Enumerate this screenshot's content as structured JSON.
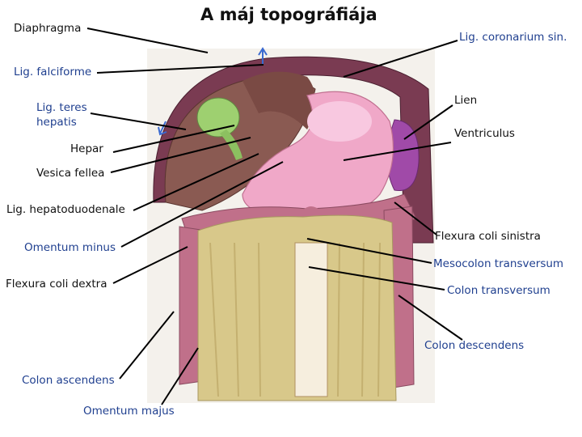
{
  "title": "A máj topográfiája",
  "labels": {
    "diaphragma": "Diaphragma",
    "lig_coronarium": "Lig. coronarium sin.",
    "lig_falciforme": "Lig. falciforme",
    "lig_teres": "Lig. teres\nhepatis",
    "lien": "Lien",
    "ventriculus": "Ventriculus",
    "hepar": "Hepar",
    "vesica_fellea": "Vesica fellea",
    "lig_hepatoduodenale": "Lig. hepatoduodenale",
    "flexura_coli_sinistra": "Flexura coli sinistra",
    "omentum_minus": "Omentum minus",
    "mesocolon_transversum": "Mesocolon transversum",
    "flexura_coli_dextra": "Flexura coli dextra",
    "colon_transversum": "Colon transversum",
    "colon_descendens": "Colon descendens",
    "colon_ascendens": "Colon ascendens",
    "omentum_majus": "Omentum majus"
  },
  "colors": {
    "liver": "#8a5a52",
    "stomach": "#f0a8c8",
    "omentum": "#d8c88a",
    "colon": "#c0708a",
    "gallbladder": "#9ed070",
    "spleen": "#a04aa8",
    "diaphragm": "#7a3b52"
  }
}
